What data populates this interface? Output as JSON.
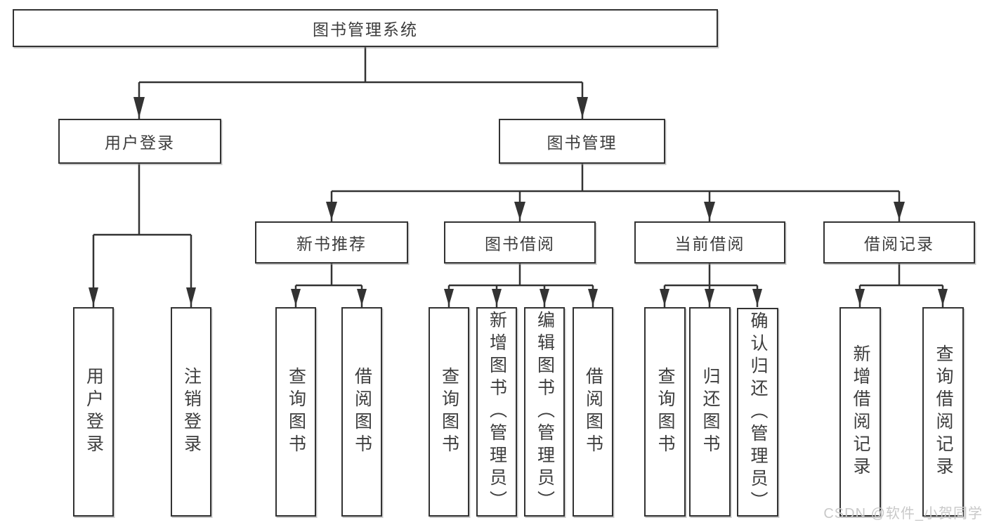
{
  "diagram": {
    "type": "tree",
    "title": "图书管理系统",
    "nodes": {
      "root": "图书管理系统",
      "user_login": "用户登录",
      "book_mgmt": "图书管理",
      "new_books": "新书推荐",
      "book_borrow": "图书借阅",
      "current_borrow": "当前借阅",
      "borrow_records": "借阅记录",
      "leaves": {
        "user_login": "用户登录",
        "logout": "注销登录",
        "nb_search": "查询图书",
        "nb_borrow": "借阅图书",
        "bb_search": "查询图书",
        "bb_add": "新增图书（管理员）",
        "bb_edit": "编辑图书（管理员）",
        "bb_borrow": "借阅图书",
        "cb_search": "查询图书",
        "cb_return": "归还图书",
        "cb_confirm": "确认归还（管理员）",
        "br_add": "新增借阅记录",
        "br_search": "查询借阅记录"
      }
    },
    "edges": [
      [
        "图书管理系统",
        "用户登录"
      ],
      [
        "图书管理系统",
        "图书管理"
      ],
      [
        "用户登录",
        "用户登录(叶)"
      ],
      [
        "用户登录",
        "注销登录"
      ],
      [
        "图书管理",
        "新书推荐"
      ],
      [
        "图书管理",
        "图书借阅"
      ],
      [
        "图书管理",
        "当前借阅"
      ],
      [
        "图书管理",
        "借阅记录"
      ],
      [
        "新书推荐",
        "查询图书"
      ],
      [
        "新书推荐",
        "借阅图书"
      ],
      [
        "图书借阅",
        "查询图书"
      ],
      [
        "图书借阅",
        "新增图书（管理员）"
      ],
      [
        "图书借阅",
        "编辑图书（管理员）"
      ],
      [
        "图书借阅",
        "借阅图书"
      ],
      [
        "当前借阅",
        "查询图书"
      ],
      [
        "当前借阅",
        "归还图书"
      ],
      [
        "当前借阅",
        "确认归还（管理员）"
      ],
      [
        "借阅记录",
        "新增借阅记录"
      ],
      [
        "借阅记录",
        "查询借阅记录"
      ]
    ]
  },
  "colors": {
    "line": "#333333",
    "box_border": "#333333",
    "box_fill": "#ffffff",
    "text": "#3d3d3d",
    "background": "#ffffff",
    "watermark": "#c9c9c9"
  },
  "watermark": {
    "text": "CSDN @软件_小贺同学"
  }
}
